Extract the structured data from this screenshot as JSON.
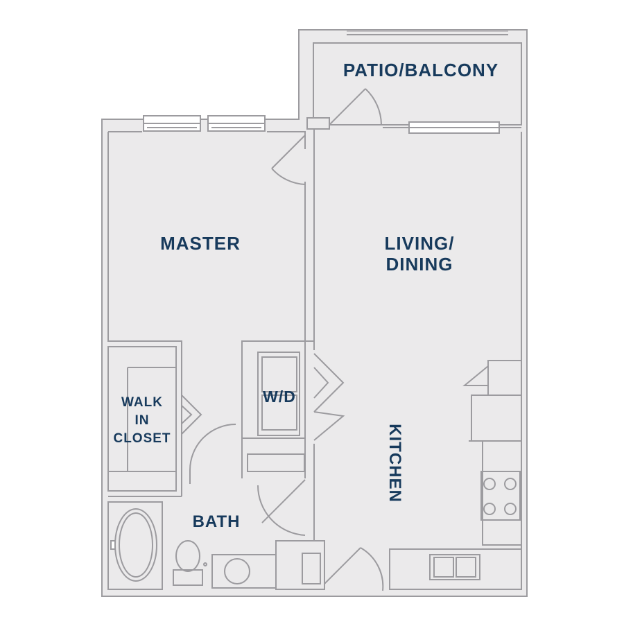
{
  "colors": {
    "floor": "#ebeaeb",
    "wall": "#9c9b9f",
    "wall_dark": "#6f6e73",
    "label": "#173a5c",
    "background": "#ffffff"
  },
  "rooms": {
    "patio": "PATIO/BALCONY",
    "master": "MASTER",
    "living_line1": "LIVING/",
    "living_line2": "DINING",
    "walk_in_line1": "WALK",
    "walk_in_line2": "IN",
    "walk_in_line3": "CLOSET",
    "wd": "W/D",
    "bath": "BATH",
    "kitchen": "KITCHEN"
  }
}
